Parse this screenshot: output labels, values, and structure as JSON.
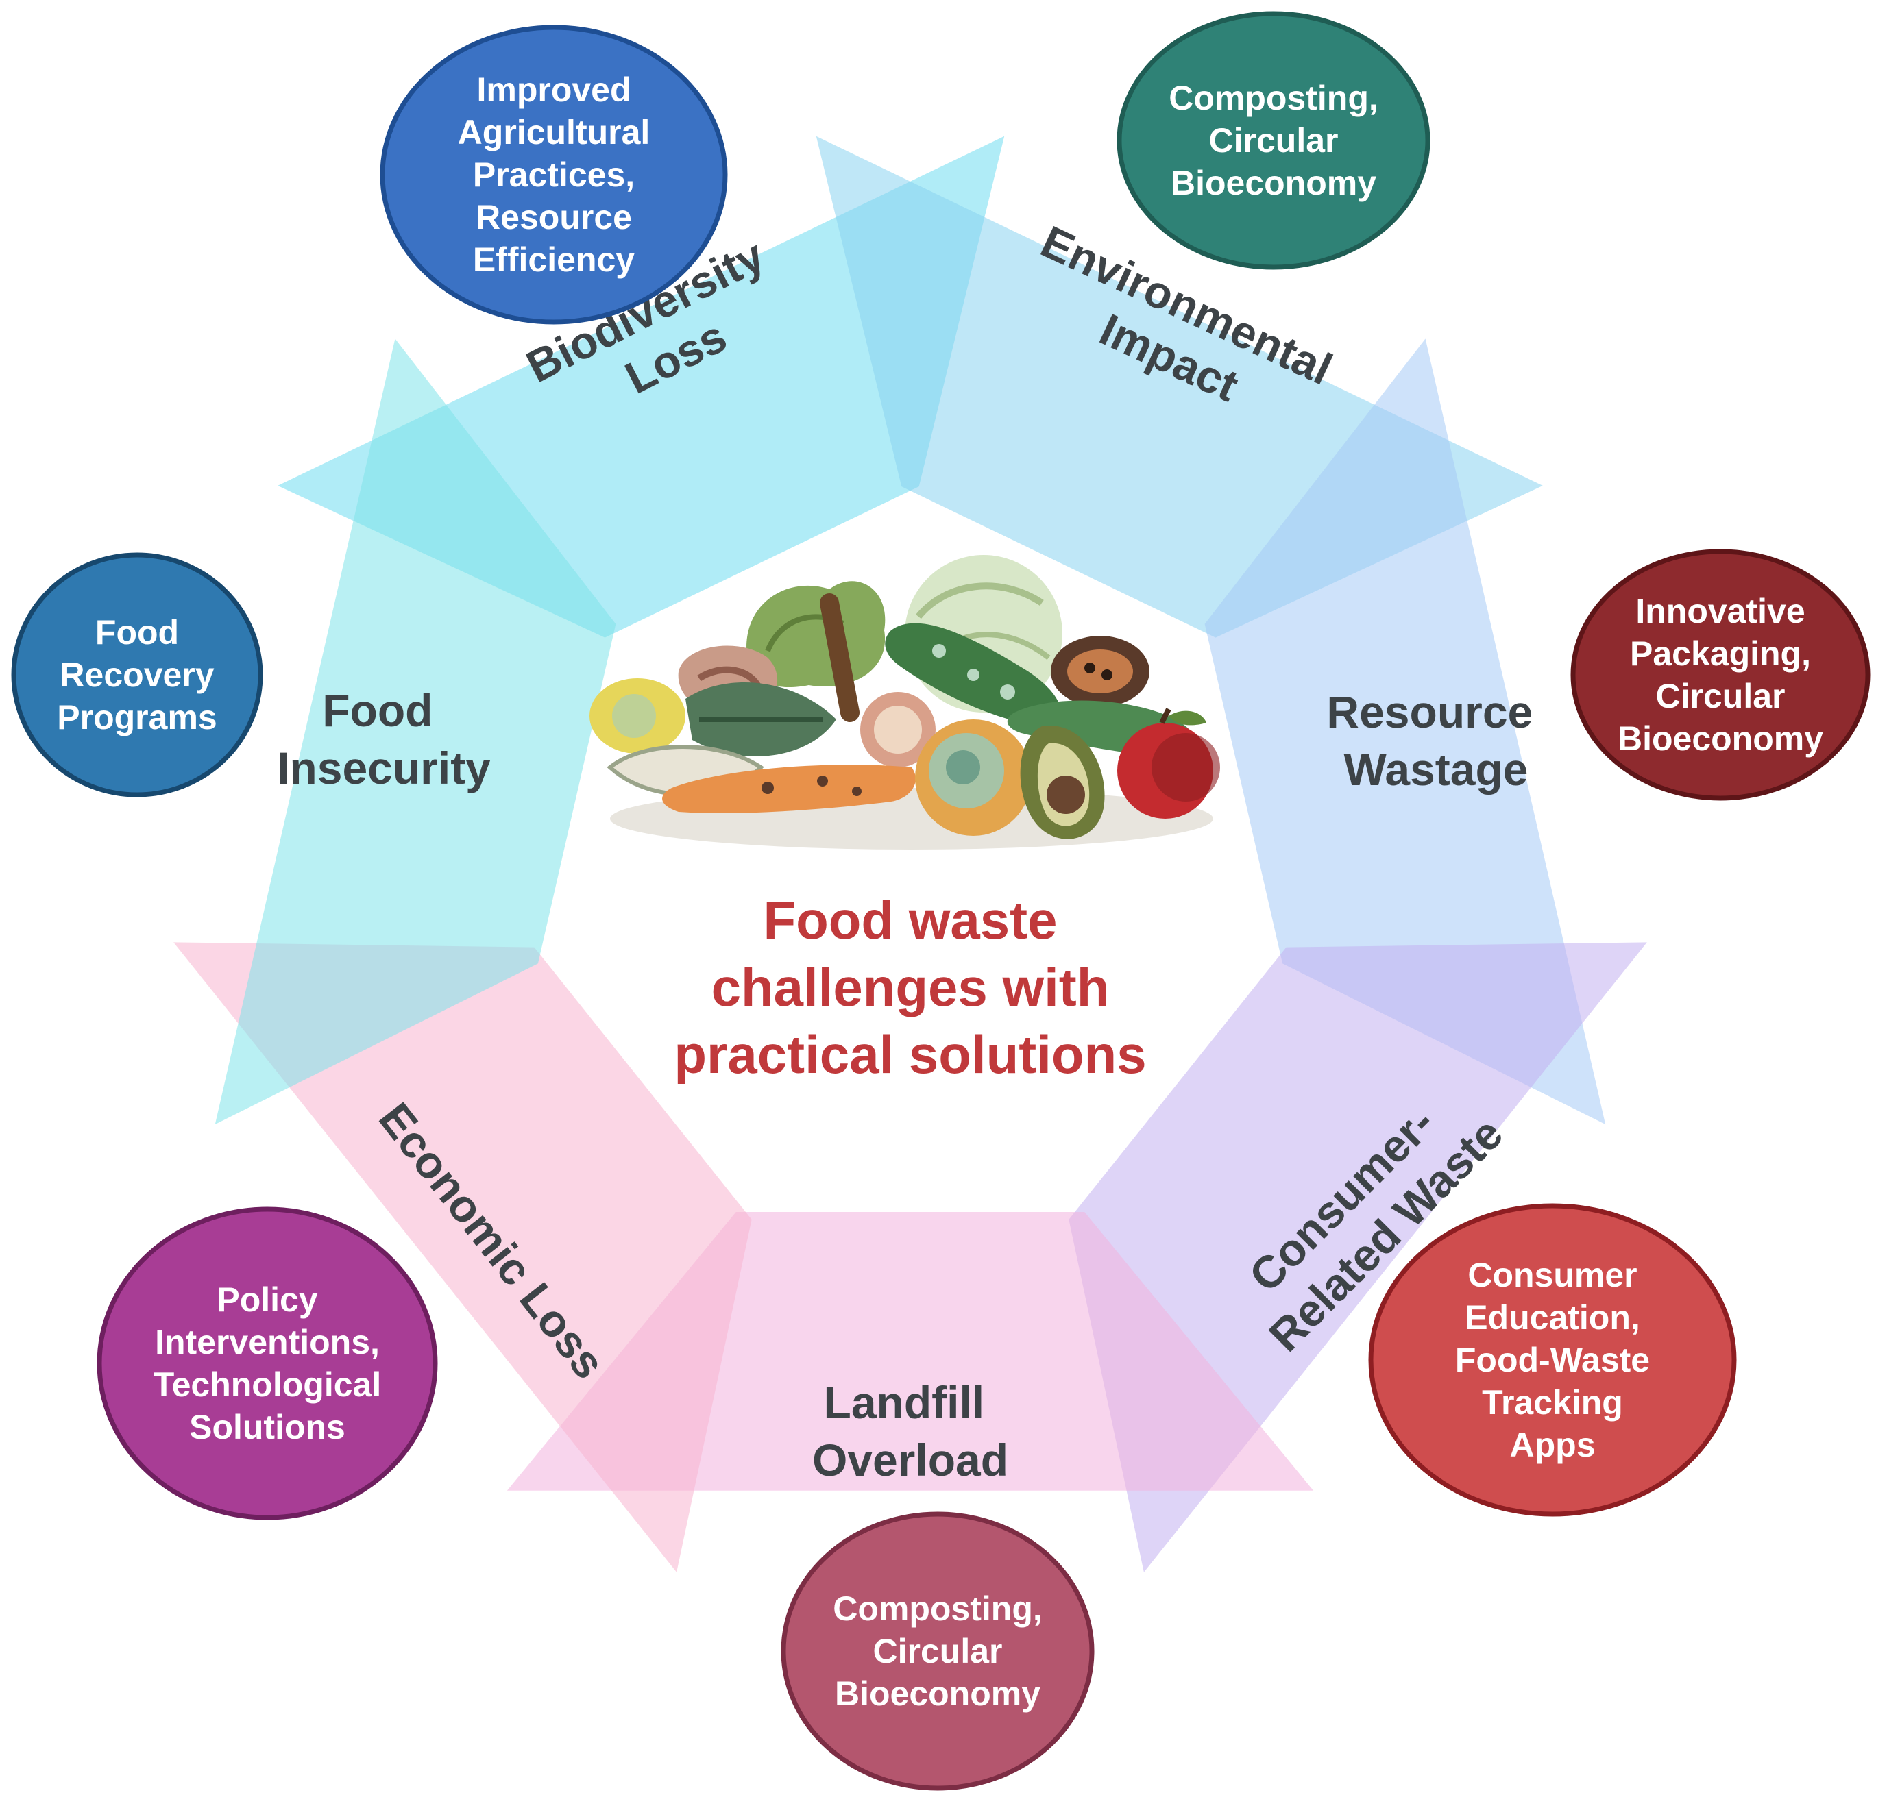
{
  "title": {
    "lines": [
      "Food waste",
      "challenges with",
      "practical solutions"
    ]
  },
  "colors": {
    "title": "#c0393b",
    "segment_label": "#3d4347",
    "solution_text": "#ffffff"
  },
  "challenges": [
    {
      "id": "biodiversity-loss",
      "label_lines": [
        "Biodiversity",
        "Loss"
      ],
      "segment_color": "#6fdcf0",
      "solution": {
        "lines": [
          "Improved",
          "Agricultural",
          "Practices,",
          "Resource",
          "Efficiency"
        ],
        "color": "#3b72c4",
        "border": "#1e4e93"
      }
    },
    {
      "id": "environmental-impact",
      "label_lines": [
        "Environmental",
        "Impact"
      ],
      "segment_color": "#8ad4f1",
      "solution": {
        "lines": [
          "Composting,",
          "Circular",
          "Bioeconomy"
        ],
        "color": "#2f8276",
        "border": "#1f5d54"
      }
    },
    {
      "id": "resource-wastage",
      "label_lines": [
        "Resource",
        "Wastage"
      ],
      "segment_color": "#a5cbf6",
      "solution": {
        "lines": [
          "Innovative",
          "Packaging,",
          "Circular",
          "Bioeconomy"
        ],
        "color": "#8e2a2e",
        "border": "#5e1518"
      }
    },
    {
      "id": "consumer-related-waste",
      "label_lines": [
        "Consumer-",
        "Related Waste"
      ],
      "segment_color": "#c2b0f0",
      "solution": {
        "lines": [
          "Consumer",
          "Education,",
          "Food-Waste",
          "Tracking",
          "Apps"
        ],
        "color": "#cf4d4e",
        "border": "#8e1e22"
      }
    },
    {
      "id": "landfill-overload",
      "label_lines": [
        "Landfill",
        "Overload"
      ],
      "segment_color": "#f2b2de",
      "solution": {
        "lines": [
          "Composting,",
          "Circular",
          "Bioeconomy"
        ],
        "color": "#b4566e",
        "border": "#7c2d44"
      }
    },
    {
      "id": "economic-loss",
      "label_lines": [
        "Economic Loss"
      ],
      "segment_color": "#f7b5d0",
      "solution": {
        "lines": [
          "Policy",
          "Interventions,",
          "Technological",
          "Solutions"
        ],
        "color": "#a83d95",
        "border": "#6e1f5f"
      }
    },
    {
      "id": "food-insecurity",
      "label_lines": [
        "Food",
        "Insecurity"
      ],
      "segment_color": "#7fe3ea",
      "solution": {
        "lines": [
          "Food",
          "Recovery",
          "Programs"
        ],
        "color": "#2f79b0",
        "border": "#17486e"
      }
    }
  ],
  "center_image": {
    "icon": "rotting-vegetables-illustration"
  }
}
